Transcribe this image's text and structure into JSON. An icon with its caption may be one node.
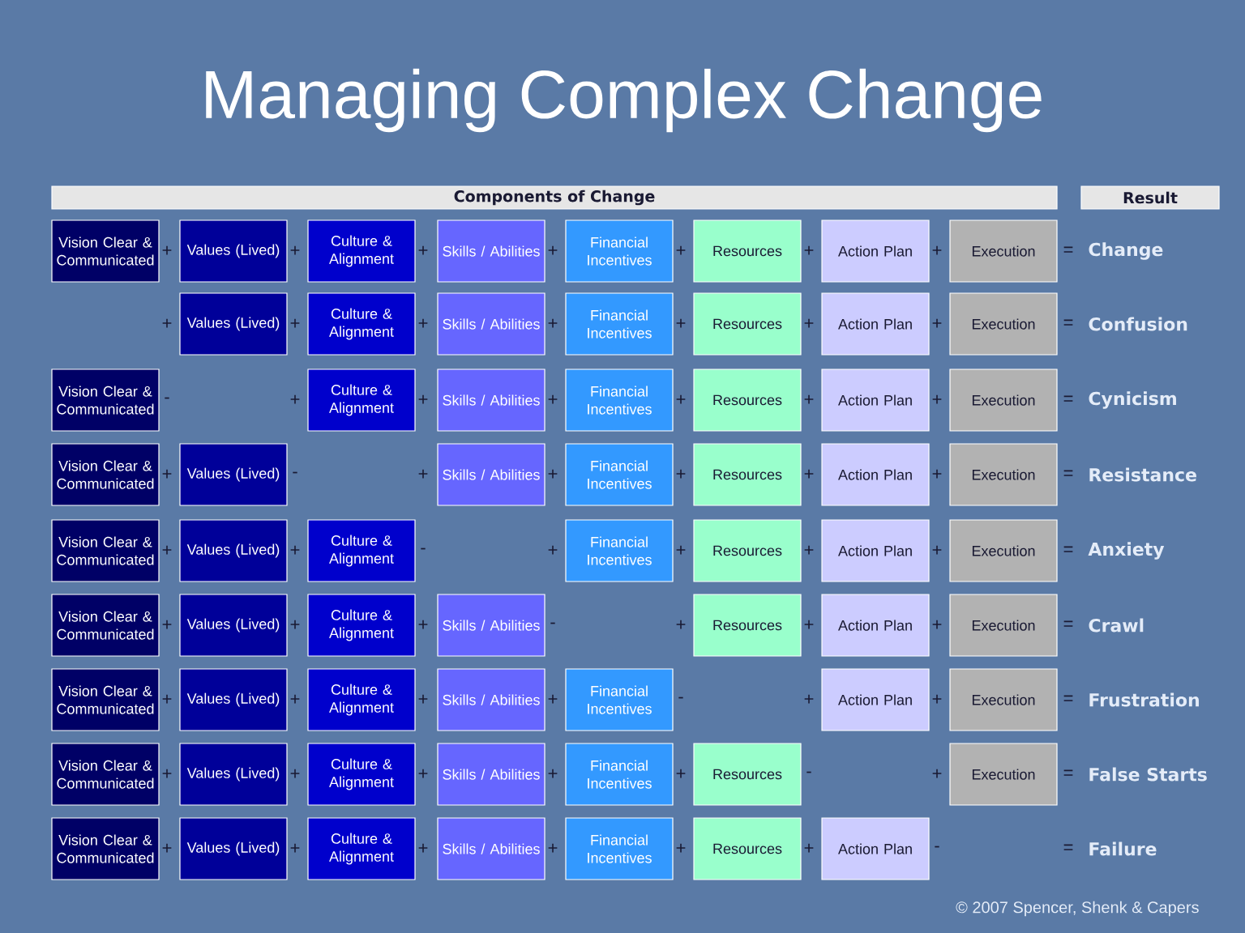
{
  "diagram": {
    "title": "Managing Complex Change",
    "nodes": [
      {
        "text": [
          "Components of Change"
        ]
      },
      {
        "text": [
          "Result"
        ]
      },
      {
        "text": [
          "Vision Clear & Communicated"
        ]
      },
      {
        "text": [
          "Values (Lived)"
        ]
      },
      {
        "text": [
          "Culture & Alignment"
        ]
      },
      {
        "text": [
          "Skills / Abilities"
        ]
      },
      {
        "text": [
          "Financial Incentives"
        ]
      },
      {
        "text": [
          "Resources"
        ]
      },
      {
        "text": [
          "Action Plan"
        ]
      },
      {
        "text": [
          "Execution"
        ]
      },
      {
        "text": [
          "Values (Lived)"
        ]
      },
      {
        "text": [
          "Culture & Alignment"
        ]
      },
      {
        "text": [
          "Skills / Abilities"
        ]
      },
      {
        "text": [
          "Financial Incentives"
        ]
      },
      {
        "text": [
          "Resources"
        ]
      },
      {
        "text": [
          "Action Plan"
        ]
      },
      {
        "text": [
          "Execution"
        ]
      },
      {
        "text": [
          "Vision Clear & Communicated"
        ]
      },
      {
        "text": [
          "Culture & Alignment"
        ]
      },
      {
        "text": [
          "Skills / Abilities"
        ]
      },
      {
        "text": [
          "Financial Incentives"
        ]
      },
      {
        "text": [
          "Resources"
        ]
      },
      {
        "text": [
          "Action Plan"
        ]
      },
      {
        "text": [
          "Execution"
        ]
      },
      {
        "text": [
          "Vision Clear & Communicated"
        ]
      },
      {
        "text": [
          "Values (Lived)"
        ]
      },
      {
        "text": [
          "Skills / Abilities"
        ]
      },
      {
        "text": [
          "Financial Incentives"
        ]
      },
      {
        "text": [
          "Resources"
        ]
      },
      {
        "text": [
          "Action Plan"
        ]
      },
      {
        "text": [
          "Execution"
        ]
      },
      {
        "text": [
          "Vision Clear & Communicated"
        ]
      },
      {
        "text": [
          "Values (Lived)"
        ]
      },
      {
        "text": [
          "Culture & Alignment"
        ]
      },
      {
        "text": [
          "Financial Incentives"
        ]
      },
      {
        "text": [
          "Resources"
        ]
      },
      {
        "text": [
          "Action Plan"
        ]
      },
      {
        "text": [
          "Execution"
        ]
      },
      {
        "text": [
          "Vision Clear & Communicated"
        ]
      },
      {
        "text": [
          "Values (Lived)"
        ]
      },
      {
        "text": [
          "Culture & Alignment"
        ]
      },
      {
        "text": [
          "Skills / Abilities"
        ]
      },
      {
        "text": [
          "Resources"
        ]
      },
      {
        "text": [
          "Action Plan"
        ]
      },
      {
        "text": [
          "Execution"
        ]
      },
      {
        "text": [
          "Vision Clear & Communicated"
        ]
      },
      {
        "text": [
          "Values (Lived)"
        ]
      },
      {
        "text": [
          "Culture & Alignment"
        ]
      },
      {
        "text": [
          "Skills / Abilities"
        ]
      },
      {
        "text": [
          "Financial Incentives"
        ]
      },
      {
        "text": [
          "Action Plan"
        ]
      },
      {
        "text": [
          "Execution"
        ]
      },
      {
        "text": [
          "Vision Clear & Communicated"
        ]
      },
      {
        "text": [
          "Values (Lived)"
        ]
      },
      {
        "text": [
          "Culture & Alignment"
        ]
      },
      {
        "text": [
          "Skills / Abilities"
        ]
      },
      {
        "text": [
          "Financial Incentives"
        ]
      },
      {
        "text": [
          "Resources"
        ]
      },
      {
        "text": [
          "Execution"
        ]
      },
      {
        "text": [
          "Vision Clear & Communicated"
        ]
      },
      {
        "text": [
          "Values (Lived)"
        ]
      },
      {
        "text": [
          "Culture & Alignment"
        ]
      },
      {
        "text": [
          "Skills / Abilities"
        ]
      },
      {
        "text": [
          "Financial Incentives"
        ]
      },
      {
        "text": [
          "Resources"
        ]
      },
      {
        "text": [
          "Action Plan"
        ]
      }
    ],
    "labels": [
      "+",
      "+",
      "+",
      "+",
      "+",
      "+",
      "+",
      "=",
      "Change",
      "+",
      "+",
      "+",
      "+",
      "+",
      "+",
      "+",
      "=",
      "Confusion",
      "-",
      "+",
      "+",
      "+",
      "+",
      "+",
      "+",
      "=",
      "Cynicism",
      "+",
      "-",
      "+",
      "+",
      "+",
      "+",
      "+",
      "=",
      "Resistance",
      "+",
      "+",
      "-",
      "+",
      "+",
      "+",
      "+",
      "=",
      "Anxiety",
      "+",
      "+",
      "+",
      "-",
      "+",
      "+",
      "+",
      "=",
      "Crawl",
      "+",
      "+",
      "+",
      "+",
      "-",
      "+",
      "+",
      "=",
      "Frustration",
      "+",
      "+",
      "+",
      "+",
      "+",
      "-",
      "+",
      "=",
      "False Starts",
      "+",
      "+",
      "+",
      "+",
      "+",
      "+",
      "-",
      "=",
      "Failure",
      "© 2007 Spencer, Shenk & Capers"
    ]
  }
}
